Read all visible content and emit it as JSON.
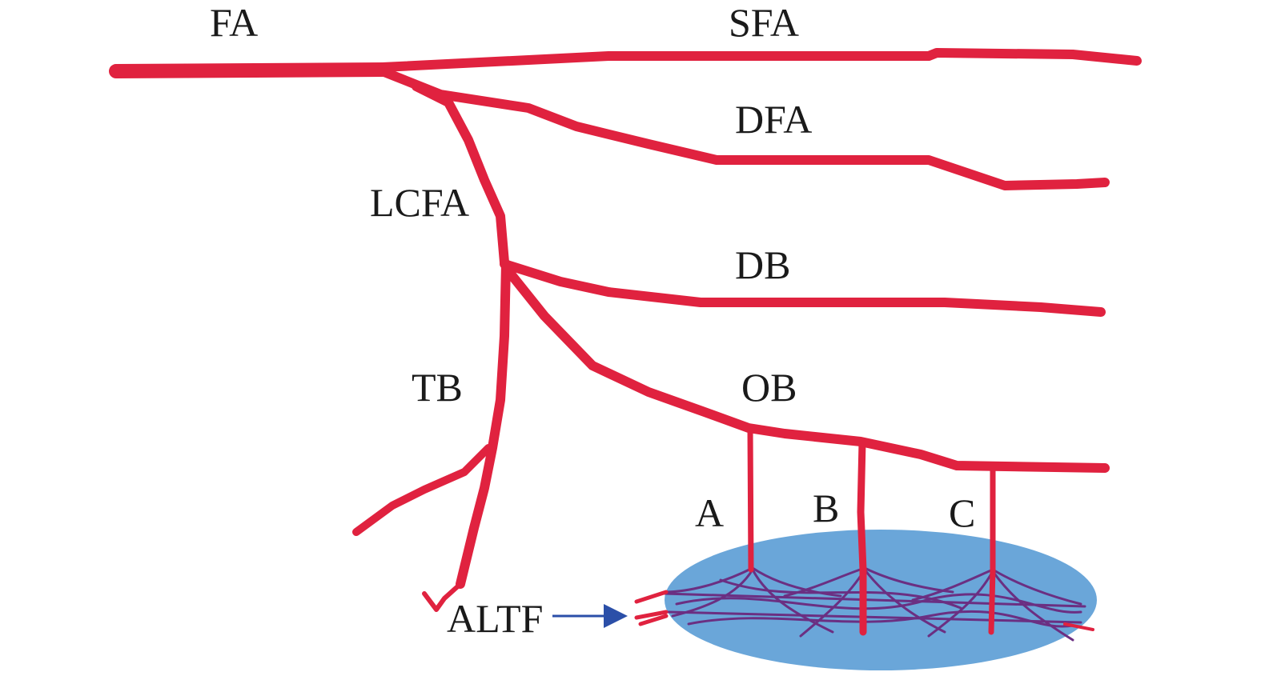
{
  "labels": {
    "fa": "FA",
    "sfa": "SFA",
    "dfa": "DFA",
    "lcfa": "LCFA",
    "db": "DB",
    "tb": "TB",
    "ob": "OB",
    "perforator_a": "A",
    "perforator_b": "B",
    "perforator_c": "C",
    "altf": "ALTF"
  },
  "colors": {
    "artery": "#e0223f",
    "flap": "#6aa6d9",
    "microvessel": "#6b2f82",
    "arrow": "#2b4fa8",
    "text": "#1a1a1a"
  }
}
